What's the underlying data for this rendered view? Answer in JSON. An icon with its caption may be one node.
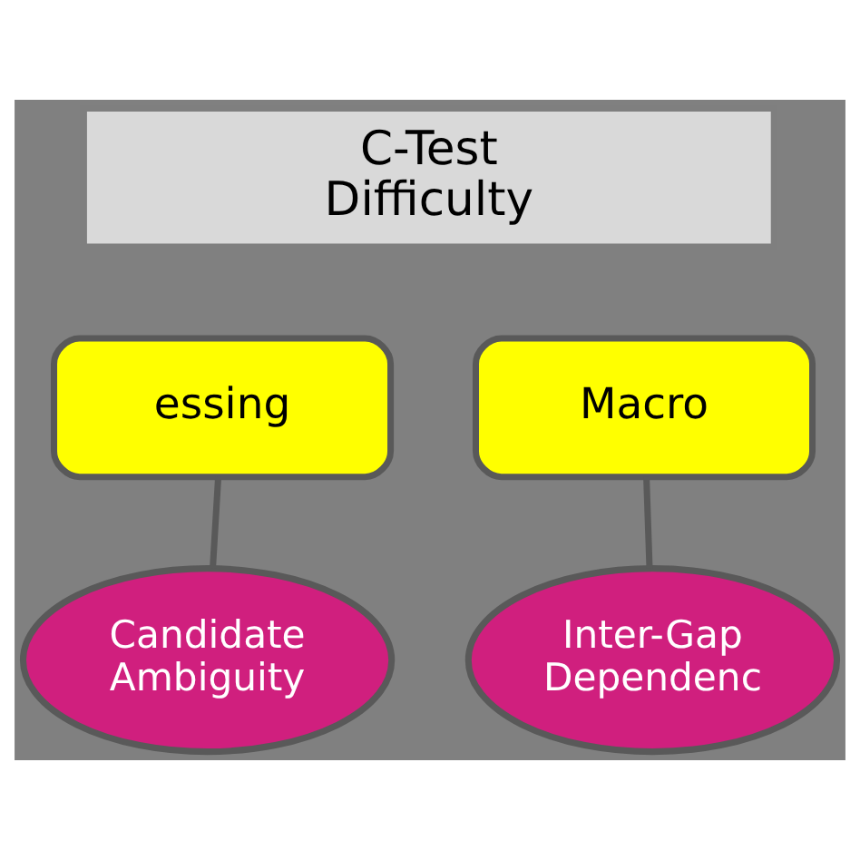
{
  "diagram": {
    "nodes": [
      {
        "text": [
          "C-Test Difficulty"
        ]
      },
      {
        "text": [
          "essing"
        ]
      },
      {
        "text": [
          "Macro"
        ]
      },
      {
        "text": [
          "Candidate Ambiguity"
        ]
      },
      {
        "text": [
          "Inter-Gap Dependenc"
        ]
      }
    ],
    "edges": [
      {
        "from": 1,
        "to": 3,
        "arrow": "none"
      },
      {
        "from": 2,
        "to": 4,
        "arrow": "none"
      }
    ]
  }
}
